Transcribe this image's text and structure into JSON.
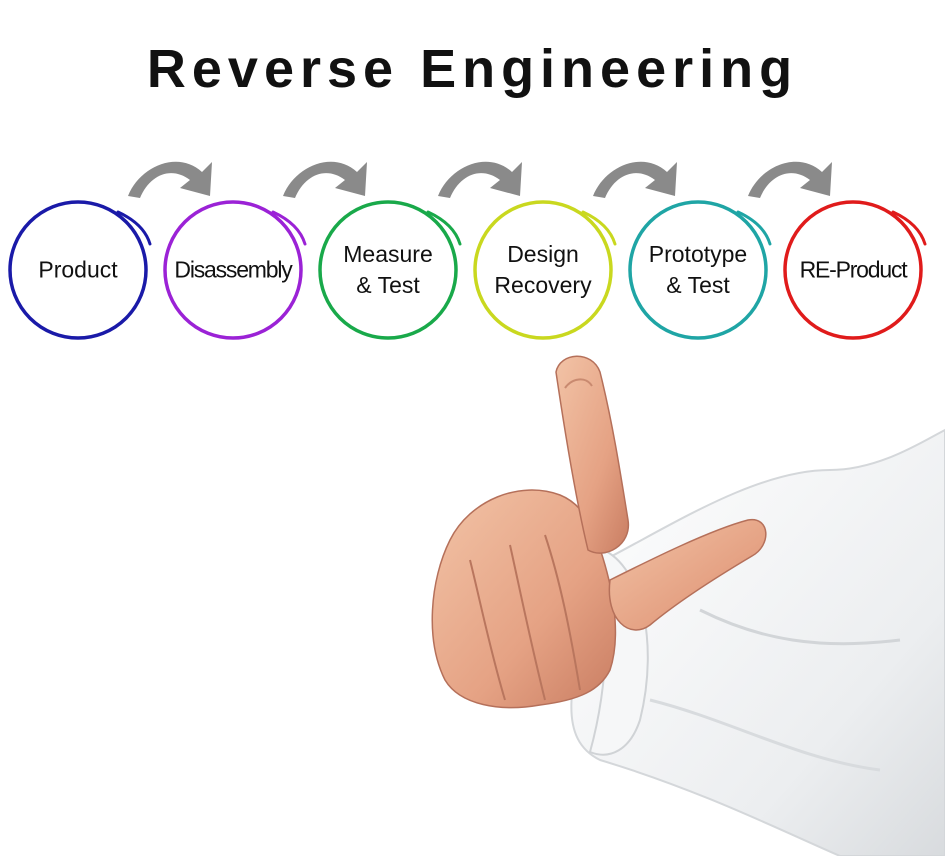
{
  "title": "Reverse Engineering",
  "steps": [
    {
      "lines": [
        "Product"
      ],
      "color": "#1a1aa8"
    },
    {
      "lines": [
        "Disassembly"
      ],
      "color": "#9b22d6"
    },
    {
      "lines": [
        "Measure",
        "& Test"
      ],
      "color": "#19a94a"
    },
    {
      "lines": [
        "Design",
        "Recovery"
      ],
      "color": "#c9d81f"
    },
    {
      "lines": [
        "Prototype",
        "& Test"
      ],
      "color": "#1fa5a5"
    },
    {
      "lines": [
        "RE-Product"
      ],
      "color": "#e01b1b"
    }
  ],
  "arrow_color": "#8a8a8a",
  "arrow_icon": "curved-arrow-icon",
  "pointing_hand_icon": "pointing-hand-icon"
}
